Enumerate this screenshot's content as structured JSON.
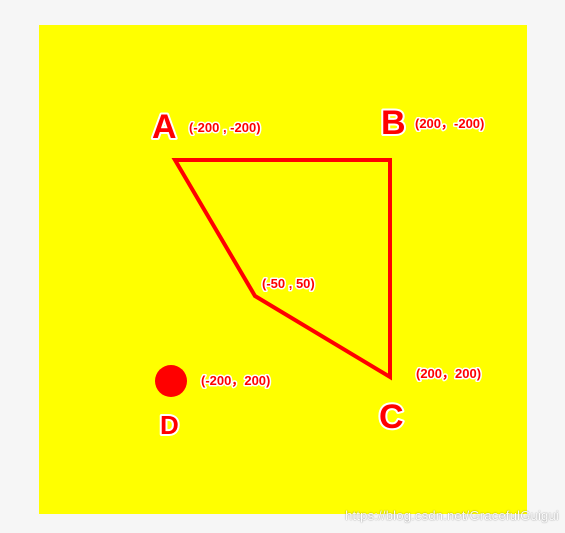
{
  "colors": {
    "background": "#ffff00",
    "stroke": "#ff0000",
    "label_fill": "#ff0000",
    "label_outline": "#ffffff"
  },
  "points": {
    "A": {
      "label": "A",
      "coord": "(-200 , -200)"
    },
    "B": {
      "label": "B",
      "coord": "(200，-200)"
    },
    "C": {
      "label": "C",
      "coord": "(200，200)"
    },
    "mid": {
      "coord": "(-50 , 50)"
    },
    "D": {
      "label": "D",
      "coord": "(-200，200)"
    }
  },
  "watermark": "https://blog.csdn.net/GracefulGuigui"
}
